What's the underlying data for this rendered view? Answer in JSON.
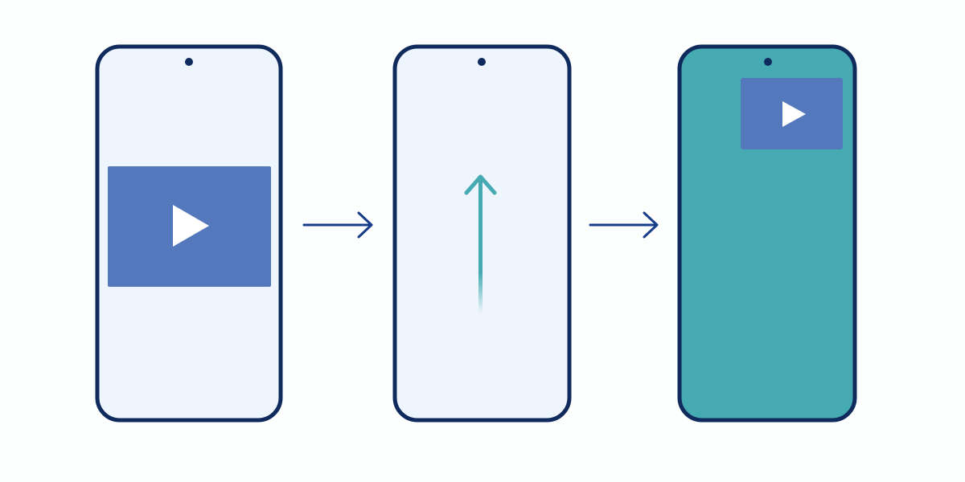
{
  "diagram": {
    "description_steps": [
      {
        "step": "video-playing-fullwidth",
        "icon": "play-icon"
      },
      {
        "step": "swipe-up-gesture",
        "icon": "swipe-up-arrow-icon"
      },
      {
        "step": "picture-in-picture",
        "icon": "play-icon"
      }
    ],
    "connectors": [
      "arrow-right-icon",
      "arrow-right-icon"
    ]
  },
  "colors": {
    "background": "#FDFEFE",
    "phone_outline": "#0F2A5C",
    "phone_screen": "#EFF5FD",
    "phone_screen_active": "#46AAB2",
    "video_tile": "#5478BC",
    "play_icon": "#FFFFFF",
    "swipe_arrow": "#46AAB2",
    "connector_arrow": "#163C8A",
    "camera_dot": "#0F2A5C"
  }
}
